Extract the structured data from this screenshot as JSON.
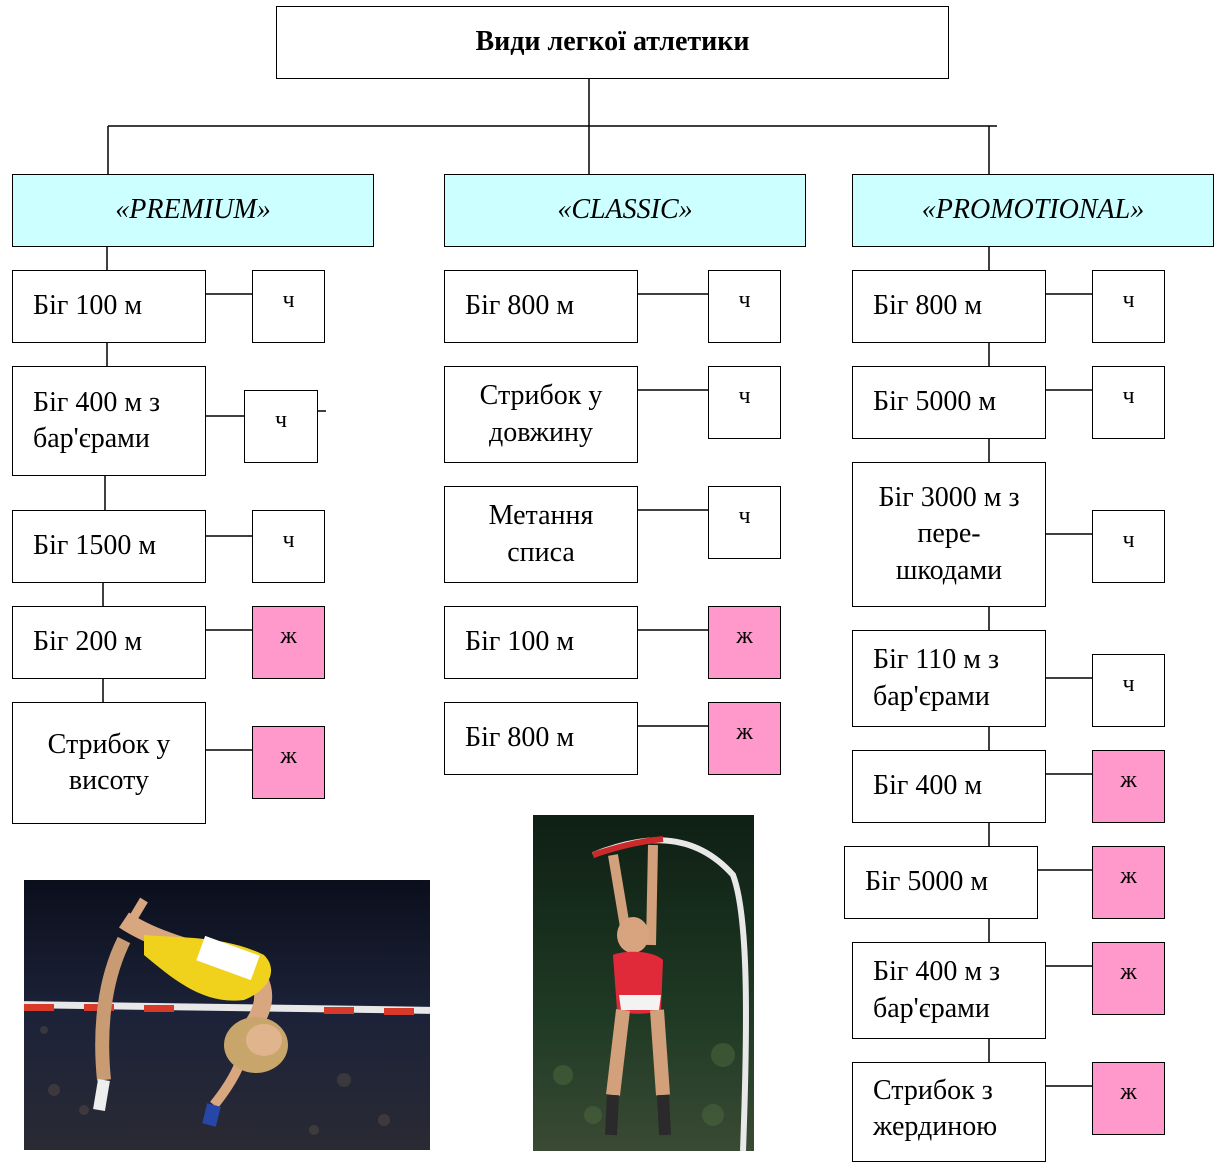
{
  "title": "Види легкої атлетики",
  "colors": {
    "category_fill": "#ccffff",
    "female_fill": "#ff99cc",
    "male_fill": "#ffffff"
  },
  "categories": [
    {
      "label": "«PREMIUM»",
      "events": [
        {
          "name": "Біг 100 м",
          "gender": "ч"
        },
        {
          "name": "Біг 400 м з бар'єрами",
          "gender": "ч"
        },
        {
          "name": "Біг 1500 м",
          "gender": "ч"
        },
        {
          "name": "Біг 200 м",
          "gender": "ж"
        },
        {
          "name": "Стрибок у висоту",
          "gender": "ж"
        }
      ]
    },
    {
      "label": "«CLASSIC»",
      "events": [
        {
          "name": "Біг 800 м",
          "gender": "ч"
        },
        {
          "name": "Стрибок у довжину",
          "gender": "ч"
        },
        {
          "name": "Метання списа",
          "gender": "ч"
        },
        {
          "name": "Біг 100 м",
          "gender": "ж"
        },
        {
          "name": "Біг 800 м",
          "gender": "ж"
        }
      ]
    },
    {
      "label": "«PROMOTIONAL»",
      "events": [
        {
          "name": "Біг 800 м",
          "gender": "ч"
        },
        {
          "name": "Біг 5000 м",
          "gender": "ч"
        },
        {
          "name": "Біг 3000 м з пере-шкодами",
          "gender": "ч"
        },
        {
          "name": "Біг 110 м з бар'єрами",
          "gender": "ч"
        },
        {
          "name": "Біг 400 м",
          "gender": "ж"
        },
        {
          "name": "Біг 5000 м",
          "gender": "ж"
        },
        {
          "name": "Біг 400 м з бар'єрами",
          "gender": "ж"
        },
        {
          "name": "Стрибок з жердиною",
          "gender": "ж"
        }
      ]
    }
  ]
}
